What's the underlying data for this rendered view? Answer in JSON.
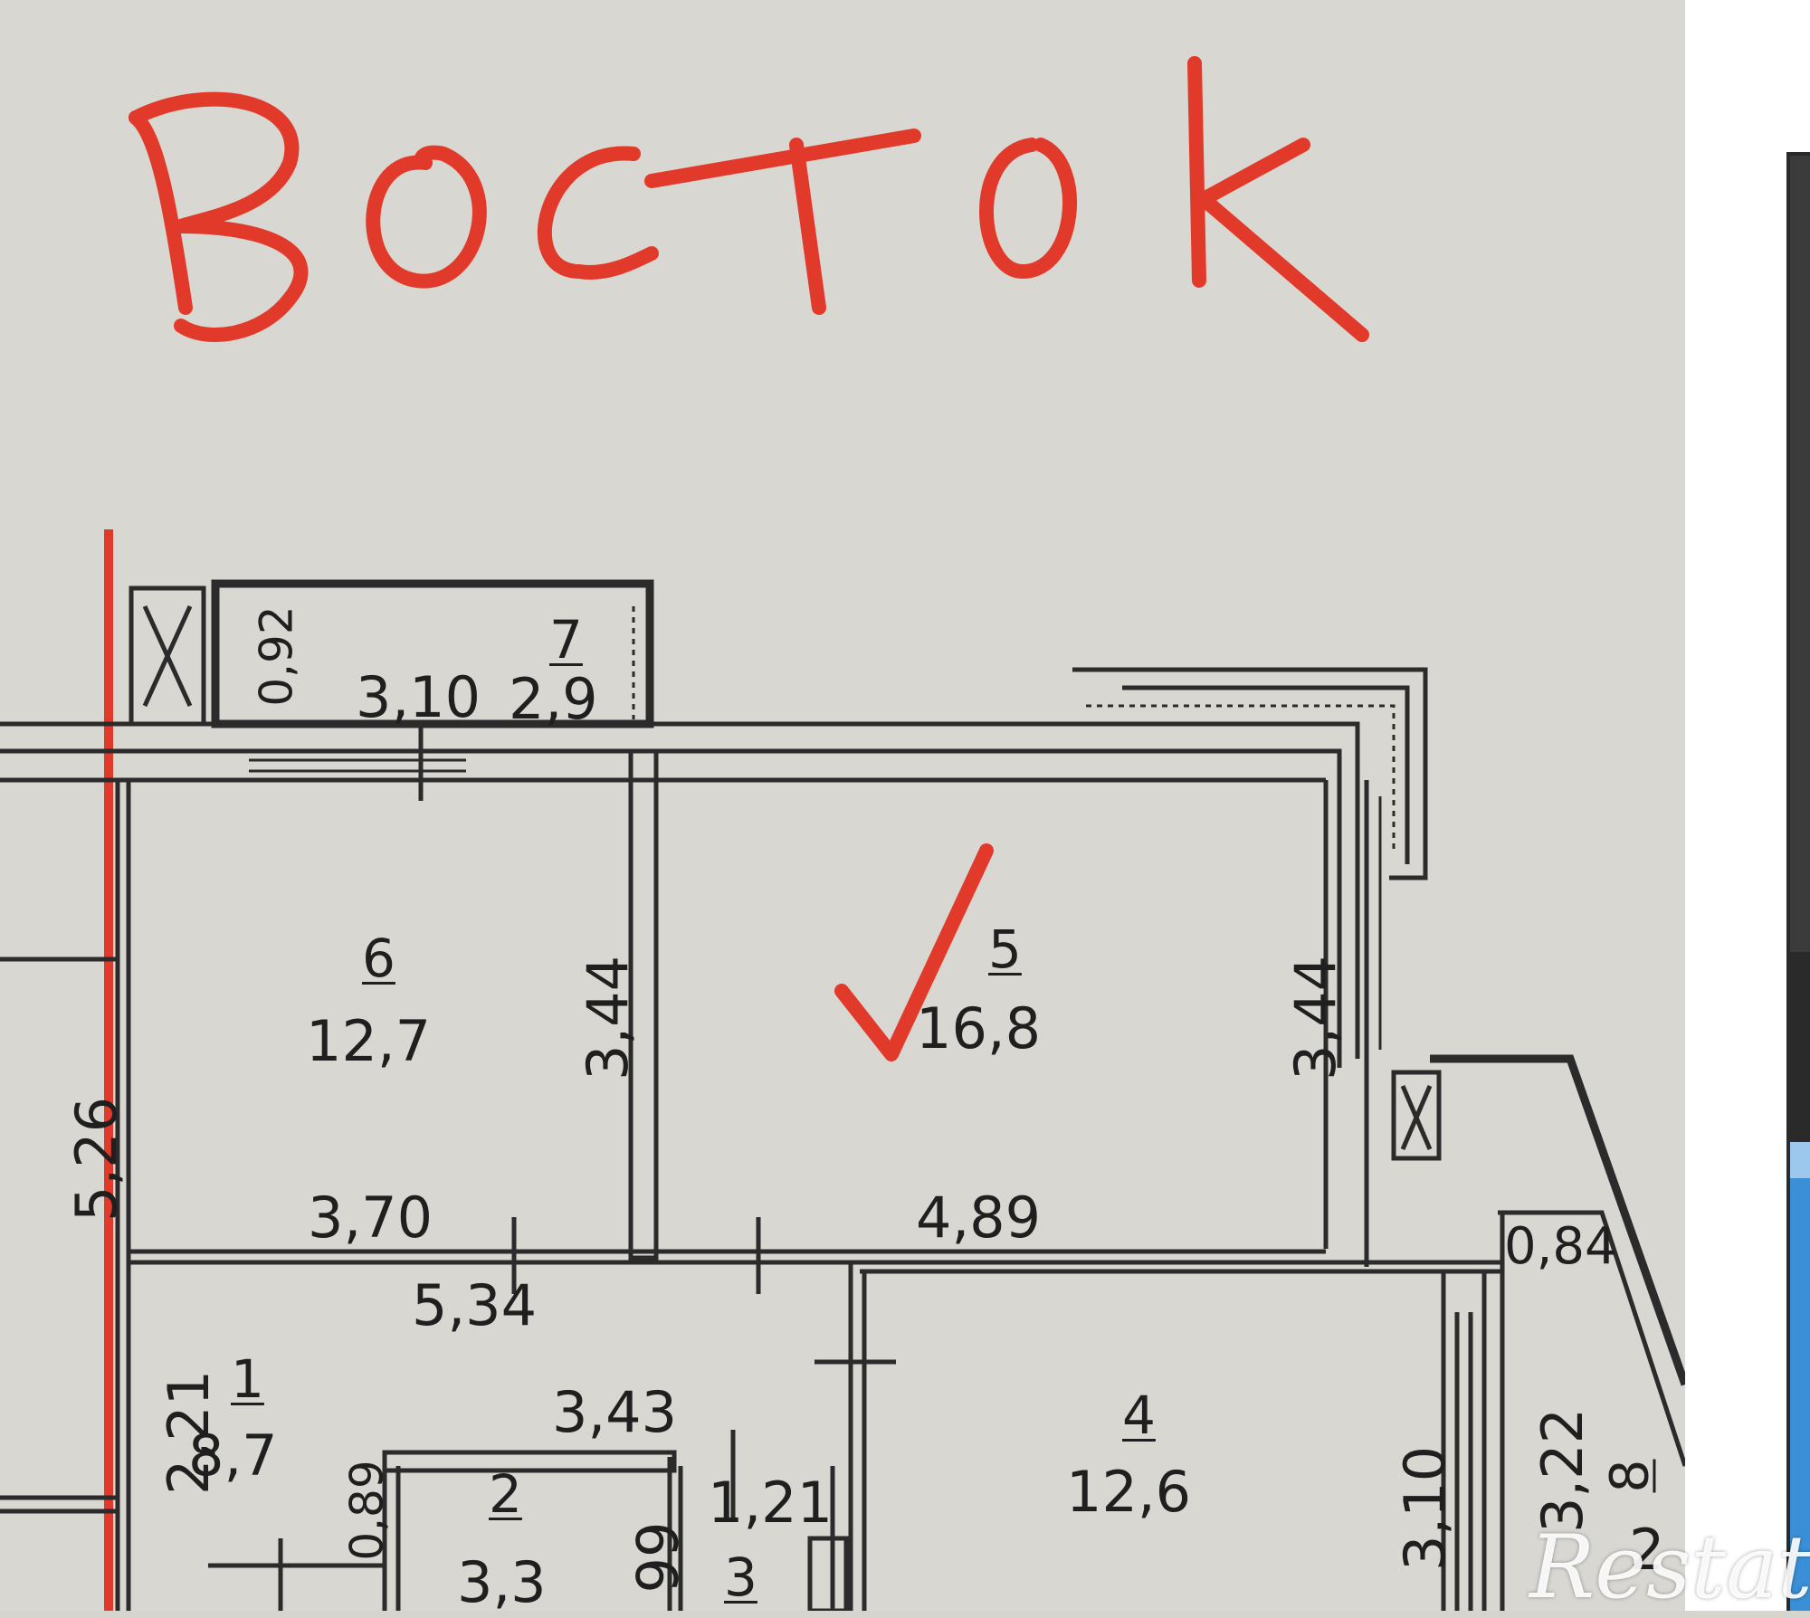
{
  "annotation": {
    "handwritten_text": "Восток",
    "check_mark": "✓",
    "color": "#e23a2a"
  },
  "rooms": [
    {
      "id": "1",
      "area": "8,7"
    },
    {
      "id": "2",
      "area": "3,3"
    },
    {
      "id": "3",
      "area": ""
    },
    {
      "id": "4",
      "area": "12,6"
    },
    {
      "id": "5",
      "area": "16,8"
    },
    {
      "id": "6",
      "area": "12,7"
    },
    {
      "id": "7",
      "area": "2,9"
    },
    {
      "id": "8",
      "area": "2"
    }
  ],
  "dimensions": {
    "d_526": "5,26",
    "d_092": "0,92",
    "d_310_top": "3,10",
    "d_344_left": "3,44",
    "d_344_right": "3,44",
    "d_370": "3,70",
    "d_489": "4,89",
    "d_534": "5,34",
    "d_221": "2,21",
    "d_343": "3,43",
    "d_089": "0,89",
    "d_121": "1,21",
    "d_099": "99",
    "d_310_right": "3,10",
    "d_322": "3,22",
    "d_084": "0,84"
  },
  "watermark": "Restate"
}
